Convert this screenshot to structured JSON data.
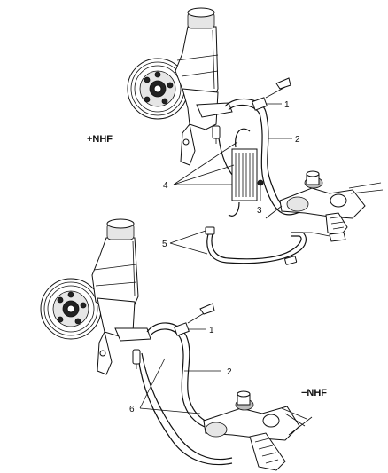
{
  "labels": {
    "variant_top": "+NHF",
    "variant_bottom": "−NHF",
    "top_callouts": [
      "1",
      "2",
      "3",
      "4",
      "5"
    ],
    "bottom_callouts": [
      "1",
      "2",
      "6"
    ]
  }
}
